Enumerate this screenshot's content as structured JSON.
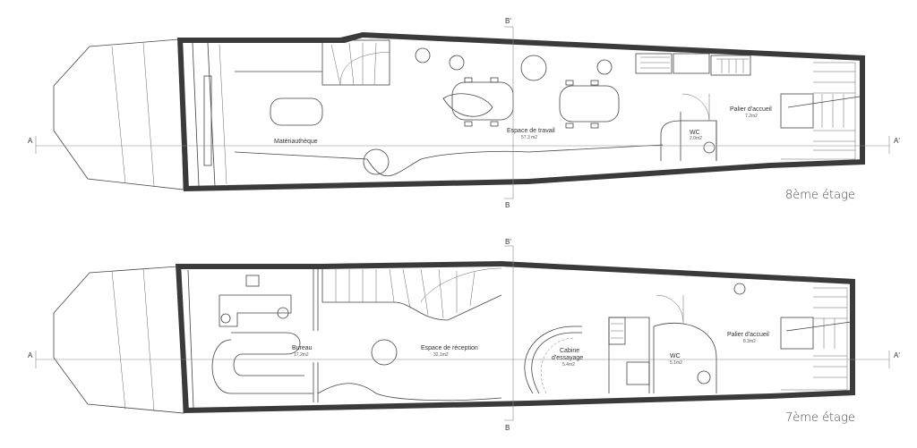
{
  "floors": [
    {
      "id": "floor8",
      "floor_label": "8ème étage",
      "rooms": [
        {
          "name": "Matériauthèque",
          "area": ""
        },
        {
          "name": "Espace de travail",
          "area": "57.3 m2"
        },
        {
          "name": "WC",
          "area": "2.0m2"
        },
        {
          "name": "Palier d'accueil",
          "area": "7.2m2"
        }
      ]
    },
    {
      "id": "floor7",
      "floor_label": "7ème étage",
      "rooms": [
        {
          "name": "Bureau",
          "area": "17.2m2"
        },
        {
          "name": "Espace de réception",
          "area": "32.1m2"
        },
        {
          "name": "Cabine",
          "name2": "d'essayage",
          "area": "5.4m2"
        },
        {
          "name": "WC",
          "area": "5.1m2"
        },
        {
          "name": "Palier d'accueil",
          "area": "8.3m2"
        }
      ]
    }
  ],
  "section_markers": {
    "a_left": "A",
    "a_right": "A'",
    "b_top": "B'",
    "b_bottom": "B"
  }
}
